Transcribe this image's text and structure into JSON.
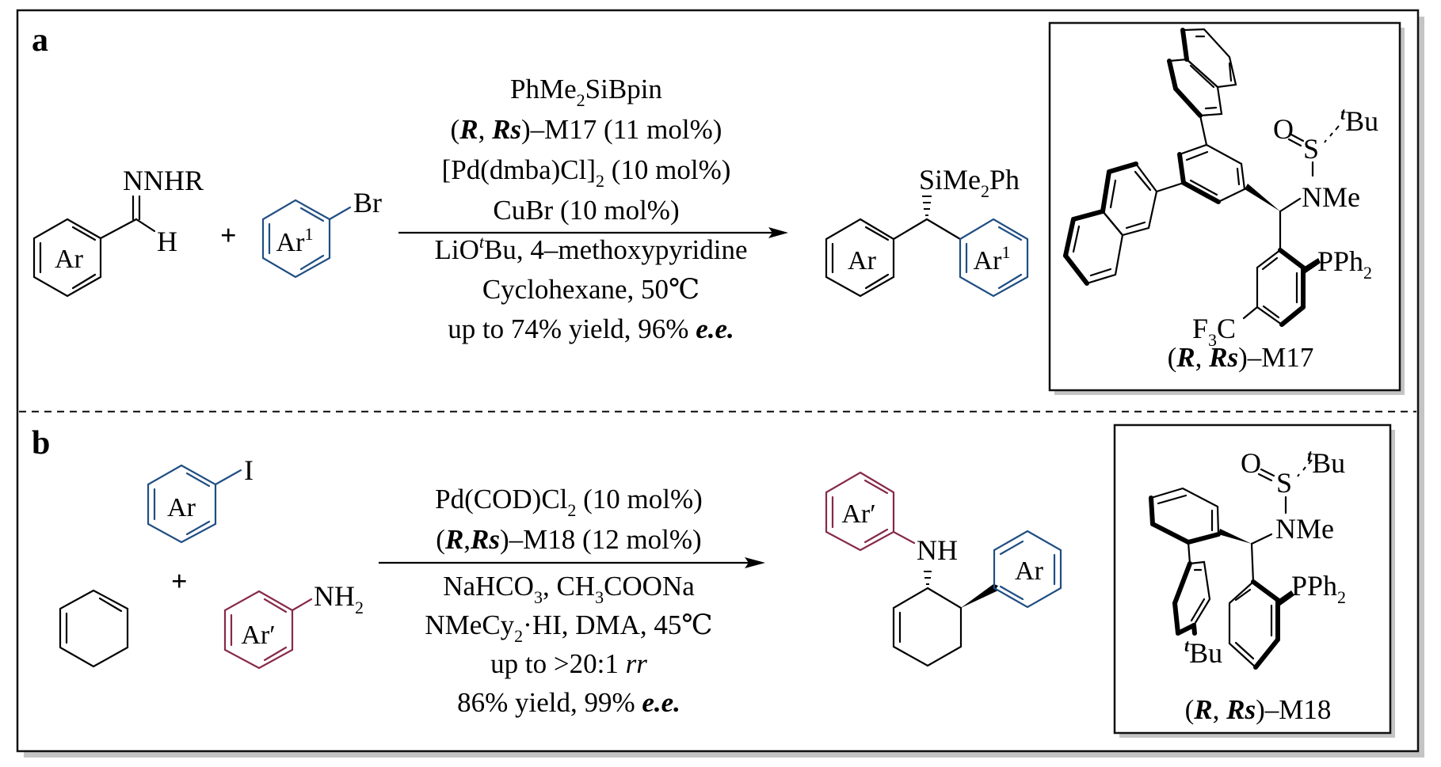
{
  "colors": {
    "ar_blue": "#1f4e83",
    "ar_prime_purple": "#86294a",
    "frame": "#111111",
    "shadow": "#c4c4c4"
  },
  "panel_a": {
    "label": "a",
    "reactant1": {
      "ring_label": "Ar",
      "group_top": "NNHR",
      "group_h": "H"
    },
    "plus": "+",
    "reactant2": {
      "ring_label": "Ar",
      "ring_sup": "1",
      "substituent": "Br"
    },
    "conditions_above": [
      {
        "parts": [
          [
            "PhMe",
            ""
          ],
          [
            "2",
            "sub"
          ],
          [
            "SiBpin",
            ""
          ]
        ]
      },
      {
        "parts": [
          [
            "(",
            ""
          ],
          [
            "R",
            "it"
          ],
          [
            ", ",
            ""
          ],
          [
            "Rs",
            "it"
          ],
          [
            ")–M17 (11 mol%)",
            ""
          ]
        ]
      },
      {
        "parts": [
          [
            "[Pd(dmba)Cl]",
            ""
          ],
          [
            "2",
            "sub"
          ],
          [
            " (10 mol%)",
            ""
          ]
        ]
      },
      {
        "parts": [
          [
            "CuBr (10 mol%)",
            ""
          ]
        ]
      }
    ],
    "conditions_below": [
      {
        "parts": [
          [
            "LiO",
            ""
          ],
          [
            "t",
            "sup"
          ],
          [
            "Bu, 4–methoxypyridine",
            ""
          ]
        ]
      },
      {
        "parts": [
          [
            "Cyclohexane, 50℃",
            ""
          ]
        ]
      },
      {
        "parts": [
          [
            "up to 74% yield, 96% ",
            ""
          ],
          [
            "e.e.",
            "it"
          ]
        ]
      }
    ],
    "product": {
      "left_ring": "Ar",
      "right_ring": "Ar",
      "right_sup": "1",
      "group": [
        "SiMe",
        "2",
        "Ph"
      ]
    },
    "ligand_box": {
      "name_parts": [
        [
          "(",
          ""
        ],
        [
          "R",
          "it"
        ],
        [
          ", ",
          ""
        ],
        [
          "Rs",
          "it"
        ],
        [
          ")–M17",
          ""
        ]
      ],
      "o": "O",
      "s": "S",
      "tbu_sup": "t",
      "tbu": "Bu",
      "nme": "NMe",
      "pph2": [
        "PPh",
        "2"
      ],
      "cf3": [
        "F",
        "3",
        "C"
      ]
    }
  },
  "panel_b": {
    "label": "b",
    "reactant_aryl_iodide": {
      "ring_label": "Ar",
      "substituent": "I"
    },
    "reactant_alkene": "cyclohexene",
    "plus": "+",
    "reactant_aniline": {
      "ring_label": "Ar′",
      "substituent": [
        "NH",
        "2"
      ]
    },
    "conditions_above": [
      {
        "parts": [
          [
            "Pd(COD)Cl",
            ""
          ],
          [
            "2",
            "sub"
          ],
          [
            " (10 mol%)",
            ""
          ]
        ]
      },
      {
        "parts": [
          [
            "(",
            ""
          ],
          [
            "R",
            "it"
          ],
          [
            ",",
            ""
          ],
          [
            "Rs",
            "it"
          ],
          [
            ")–M18 (12 mol%)",
            ""
          ]
        ]
      }
    ],
    "conditions_below": [
      {
        "parts": [
          [
            "NaHCO",
            ""
          ],
          [
            "3",
            "sub"
          ],
          [
            ", CH",
            ""
          ],
          [
            "3",
            "sub"
          ],
          [
            "COONa",
            ""
          ]
        ]
      },
      {
        "parts": [
          [
            "NMeCy",
            ""
          ],
          [
            "2",
            "sub"
          ],
          [
            "·HI, DMA, 45℃",
            ""
          ]
        ]
      },
      {
        "parts": [
          [
            "up to >20:1 ",
            ""
          ],
          [
            "rr",
            "iti"
          ]
        ]
      },
      {
        "parts": [
          [
            "86% yield, 99% ",
            ""
          ],
          [
            "e.e.",
            "it"
          ]
        ]
      }
    ],
    "product": {
      "amine_ring": "Ar′",
      "nh": "NH",
      "aryl_ring": "Ar"
    },
    "ligand_box": {
      "name_parts": [
        [
          "(",
          ""
        ],
        [
          "R",
          "it"
        ],
        [
          ", ",
          ""
        ],
        [
          "Rs",
          "it"
        ],
        [
          ")–M18",
          ""
        ]
      ],
      "o": "O",
      "s": "S",
      "tbu_sup": "t",
      "tbu": "Bu",
      "nme": "NMe",
      "pph2": [
        "PPh",
        "2"
      ],
      "tbu2_sup": "t",
      "tbu2": "Bu"
    }
  }
}
